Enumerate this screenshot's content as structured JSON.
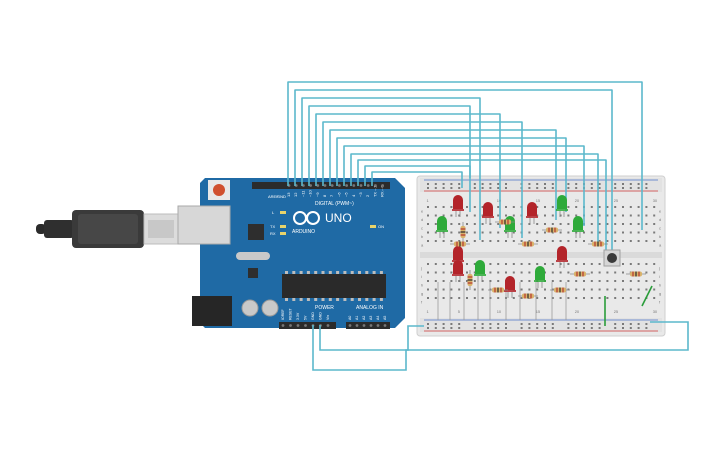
{
  "canvas": {
    "background": "#ffffff"
  },
  "arduino": {
    "logo_text": "UNO",
    "brand": "ARDUINO",
    "digital_label": "DIGITAL (PWM~)",
    "analog_label": "ANALOG IN",
    "power_label": "POWER",
    "aref_label": "AREF",
    "gnd_label": "GND",
    "tx_label": "TX",
    "rx_label": "RX",
    "l_label": "L",
    "on_label": "ON",
    "digital_pins": [
      "13",
      "12",
      "~11",
      "~10",
      "~9",
      "8",
      "7",
      "~6",
      "~5",
      "4",
      "~3",
      "2",
      "TX→1",
      "RX←0"
    ],
    "power_pins": [
      "IOREF",
      "RESET",
      "3.3V",
      "5V",
      "GND",
      "GND",
      "Vin"
    ],
    "analog_pins": [
      "A0",
      "A1",
      "A2",
      "A3",
      "A4",
      "A5"
    ],
    "board_color": "#1f6aa5",
    "header_color": "#2b2b2b"
  },
  "usb_cable": {
    "color": "#2b2b2b"
  },
  "breadboard": {
    "color": "#e9e9e9",
    "columns": [
      "1",
      "5",
      "10",
      "15",
      "20",
      "25",
      "30"
    ],
    "rows": [
      "a",
      "b",
      "c",
      "d",
      "e",
      "f",
      "g",
      "h",
      "i",
      "j"
    ]
  },
  "components": {
    "leds": [
      {
        "color_name": "red",
        "color": "#b3242a"
      },
      {
        "color_name": "green",
        "color": "#2eaa3a"
      },
      {
        "color_name": "red",
        "color": "#b3242a"
      },
      {
        "color_name": "green",
        "color": "#2eaa3a"
      },
      {
        "color_name": "red",
        "color": "#b3242a"
      },
      {
        "color_name": "green",
        "color": "#2eaa3a"
      },
      {
        "color_name": "red",
        "color": "#b3242a"
      },
      {
        "color_name": "green",
        "color": "#2eaa3a"
      },
      {
        "color_name": "red",
        "color": "#b3242a"
      },
      {
        "color_name": "green",
        "color": "#2eaa3a"
      },
      {
        "color_name": "red",
        "color": "#b3242a"
      },
      {
        "color_name": "green",
        "color": "#2eaa3a"
      },
      {
        "color_name": "red",
        "color": "#b3242a"
      }
    ],
    "resistor_color": "#d9b26a",
    "button_color": "#3a3a3a"
  },
  "wires": {
    "signal_color": "#5bb8cc",
    "ground_color": "#2a9d3a"
  }
}
